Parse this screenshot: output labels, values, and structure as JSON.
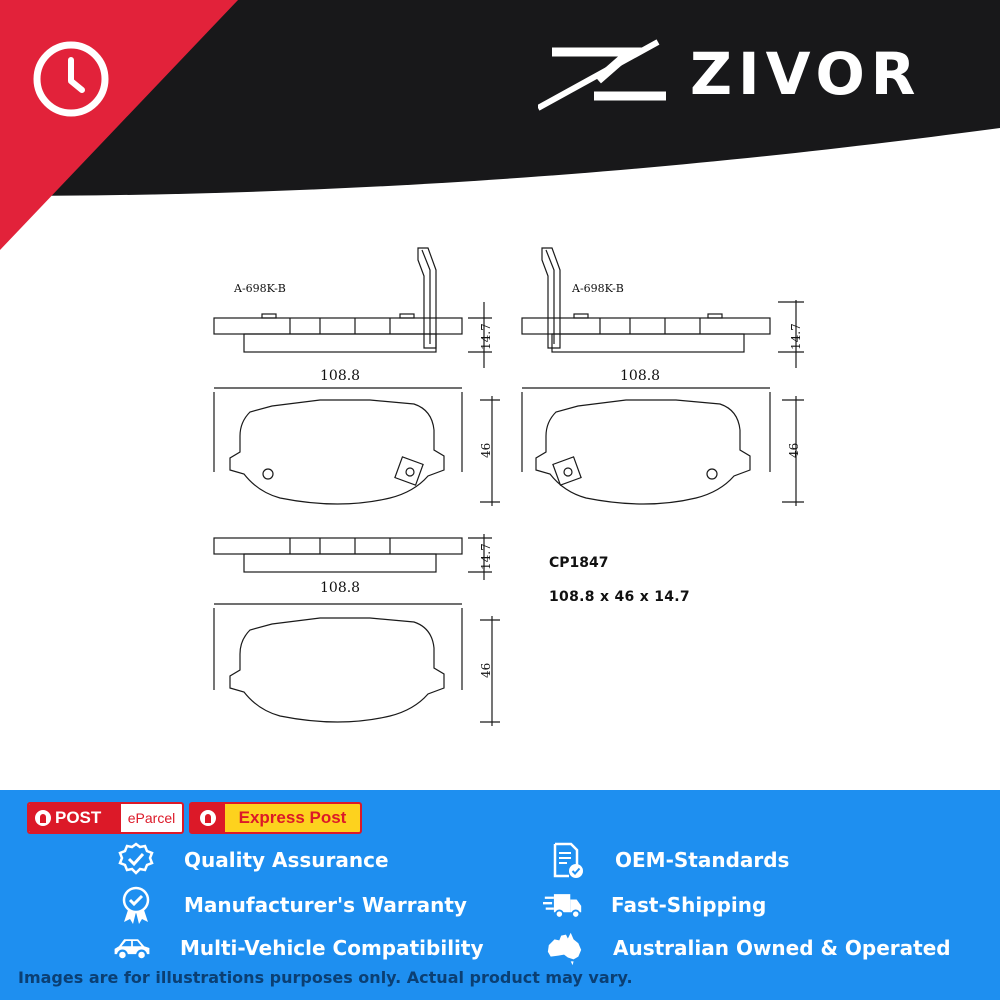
{
  "brand": {
    "name": "ZIVOR",
    "colors": {
      "header": "#18181a",
      "accent_red": "#e2223a",
      "footer_blue": "#1e8ff0"
    }
  },
  "drawing": {
    "views": [
      {
        "clip_label": "A-698K-B",
        "width_label": "108.8",
        "thickness_label": "14.7",
        "height_label": "46"
      },
      {
        "clip_label": "A-698K-B",
        "width_label": "108.8",
        "thickness_label": "14.7",
        "height_label": "46"
      },
      {
        "clip_label": "",
        "width_label": "108.8",
        "thickness_label": "14.7",
        "height_label": "46"
      }
    ],
    "part_code": "CP1847",
    "dimensions": "108.8 x 46 x 14.7"
  },
  "shipping": {
    "badges": [
      {
        "logo": "POST",
        "label": "eParcel"
      },
      {
        "logo": "",
        "label": "Express Post"
      }
    ]
  },
  "features": [
    {
      "icon": "badge-check-icon",
      "label": "Quality Assurance"
    },
    {
      "icon": "document-check-icon",
      "label": "OEM-Standards"
    },
    {
      "icon": "award-ribbon-icon",
      "label": "Manufacturer's Warranty"
    },
    {
      "icon": "delivery-truck-icon",
      "label": "Fast-Shipping"
    },
    {
      "icon": "car-icon",
      "label": "Multi-Vehicle Compatibility"
    },
    {
      "icon": "australia-map-icon",
      "label": "Australian Owned & Operated"
    }
  ],
  "disclaimer": "Images are for illustrations purposes only. Actual product may vary."
}
